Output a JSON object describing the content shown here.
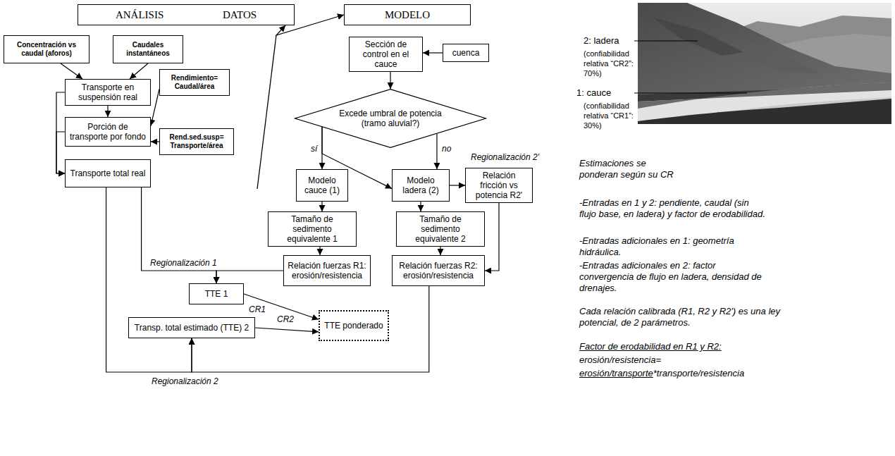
{
  "diagram": {
    "nodes": [
      {
        "text": [
          "ANÁLISIS DATOS"
        ]
      },
      {
        "text": [
          "MODELO"
        ]
      },
      {
        "text": [
          "Concentración vs caudal (aforos)"
        ]
      },
      {
        "text": [
          "Caudales instantáneos"
        ]
      },
      {
        "text": [
          "Transporte en suspensión real"
        ]
      },
      {
        "text": [
          "Rendimiento= Caudal/área"
        ]
      },
      {
        "text": [
          "Porción de transporte por fondo"
        ]
      },
      {
        "text": [
          "Rend.sed.susp= Transporte/área"
        ]
      },
      {
        "text": [
          "Transporte total real"
        ]
      },
      {
        "text": [
          "Sección de control en el cauce"
        ]
      },
      {
        "text": [
          "cuenca"
        ]
      },
      {
        "text": [
          "Excede umbral de potencia (tramo aluvial?)"
        ]
      },
      {
        "text": [
          "Modelo cauce (1)"
        ]
      },
      {
        "text": [
          "Modelo ladera (2)"
        ]
      },
      {
        "text": [
          "Relación fricción vs potencia R2'"
        ]
      },
      {
        "text": [
          "Tamaño de sedimento equivalente 1"
        ]
      },
      {
        "text": [
          "Tamaño de sedimento equivalente 2"
        ]
      },
      {
        "text": [
          "Relación fuerzas R1: erosión/resistencia"
        ]
      },
      {
        "text": [
          "Relación fuerzas R2: erosión/resistencia"
        ]
      },
      {
        "text": [
          "TTE 1"
        ]
      },
      {
        "text": [
          "Transp. total estimado (TTE) 2"
        ]
      },
      {
        "text": [
          "TTE ponderado"
        ]
      }
    ],
    "edges": [
      {
        "from": 0,
        "to": 1,
        "arrow": "both"
      },
      {
        "from": 2,
        "to": 4,
        "arrow": "to"
      },
      {
        "from": 3,
        "to": 4,
        "arrow": "to"
      },
      {
        "from": 4,
        "to": 6,
        "arrow": "to"
      },
      {
        "from": 5,
        "to": 6,
        "arrow": "to"
      },
      {
        "from": 7,
        "to": 6,
        "arrow": "to"
      },
      {
        "from": 4,
        "to": 8,
        "arrow": "to"
      },
      {
        "from": 6,
        "to": 8,
        "arrow": "to"
      },
      {
        "from": 10,
        "to": 9,
        "arrow": "to"
      },
      {
        "from": 9,
        "to": 11,
        "arrow": "to"
      },
      {
        "from": 11,
        "to": 12,
        "label": "sí",
        "arrow": "to"
      },
      {
        "from": 11,
        "to": 13,
        "arrow": "to"
      },
      {
        "from": 11,
        "to": 13,
        "label": "no",
        "arrow": "to"
      },
      {
        "from": 13,
        "to": 14,
        "arrow": "to"
      },
      {
        "from": 12,
        "to": 15,
        "arrow": "to"
      },
      {
        "from": 13,
        "to": 16,
        "arrow": "to"
      },
      {
        "from": 15,
        "to": 17,
        "arrow": "to"
      },
      {
        "from": 16,
        "to": 18,
        "arrow": "to"
      },
      {
        "from": 14,
        "to": 18,
        "arrow": "to"
      },
      {
        "from": 8,
        "to": 19,
        "label": "Regionalización 1",
        "arrow": "to"
      },
      {
        "from": 17,
        "to": 19,
        "arrow": "to"
      },
      {
        "from": 8,
        "to": 20,
        "label": "Regionalización 2",
        "arrow": "to"
      },
      {
        "from": 18,
        "to": 20,
        "arrow": "to"
      },
      {
        "from": 19,
        "to": 21,
        "label": "CR1",
        "arrow": "to"
      },
      {
        "from": 20,
        "to": 21,
        "label": "CR2",
        "arrow": "to"
      }
    ],
    "labels": [
      "Regionalización 2'",
      "2: ladera",
      "(confiabilidad relativa “CR2”: 70%)",
      "1: cauce",
      "(confiabilidad relativa “CR1”: 30%)",
      "Estimaciones se ponderan según su CR",
      "-Entradas en 1 y 2: pendiente, caudal (sin flujo base, en ladera) y factor de erodabilidad.",
      "-Entradas adicionales en 1: geometría hidráulica.",
      "-Entradas adicionales en 2: factor convergencia de flujo en ladera, densidad de drenajes.",
      "Cada relación calibrada (R1, R2 y R2') es una ley potencial, de 2 parámetros.",
      "Factor de erodabilidad en R1 y R2:",
      "erosión/resistencia=",
      "erosión/transporte",
      "*transporte/resistencia"
    ]
  }
}
